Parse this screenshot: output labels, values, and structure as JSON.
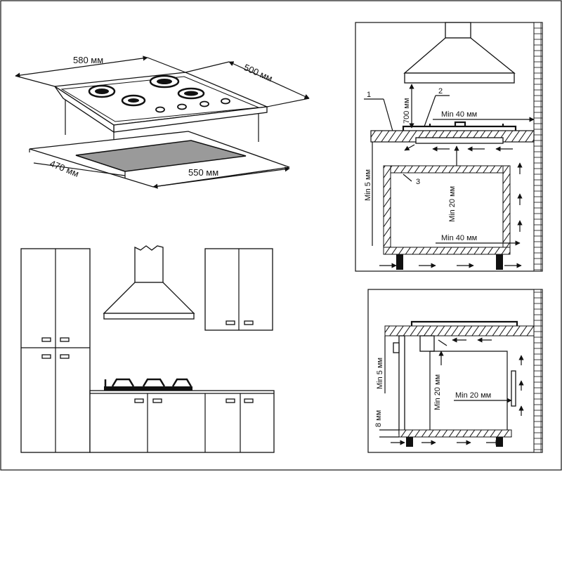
{
  "hob_dimensions": {
    "width": "580 мм",
    "depth": "500 мм",
    "cutout_width": "550 мм",
    "cutout_depth": "470 мм"
  },
  "install_top": {
    "part_1": "1",
    "part_2": "2",
    "part_3": "3",
    "hood_height": "700 мм",
    "min_40_top": "Min 40 мм",
    "min_5": "Min 5 мм",
    "min_20": "Min 20 мм",
    "min_40_bottom": "Min 40 мм"
  },
  "install_bottom": {
    "min_5": "Min 5 мм",
    "min_20_vertical": "Min 20 мм",
    "min_20_horizontal": "Min 20 мм",
    "gap_8": "8 мм"
  },
  "colors": {
    "line": "#111111",
    "background": "#ffffff",
    "cutout": "#9a9a9a"
  }
}
